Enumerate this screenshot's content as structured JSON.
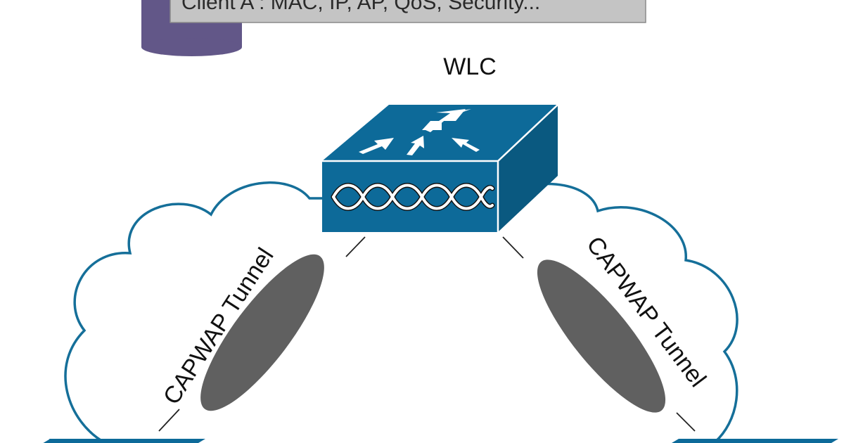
{
  "database": {
    "record_text": "Client A : MAC, IP, AP, QoS, Security...",
    "icon": "database-icon"
  },
  "controller": {
    "label": "WLC",
    "icon": "wireless-lan-controller-icon"
  },
  "tunnels": [
    {
      "label": "CAPWAP Tunnel"
    },
    {
      "label": "CAPWAP Tunnel"
    }
  ],
  "access_points": [
    {
      "icon": "access-point-icon"
    },
    {
      "icon": "access-point-icon"
    }
  ],
  "colors": {
    "database": "#625788",
    "device_blue": "#0d6a99",
    "device_dark": "#0a5980",
    "cloud_stroke": "#156f99",
    "tunnel_gray": "#606060",
    "record_box": "#c4c4c4"
  }
}
